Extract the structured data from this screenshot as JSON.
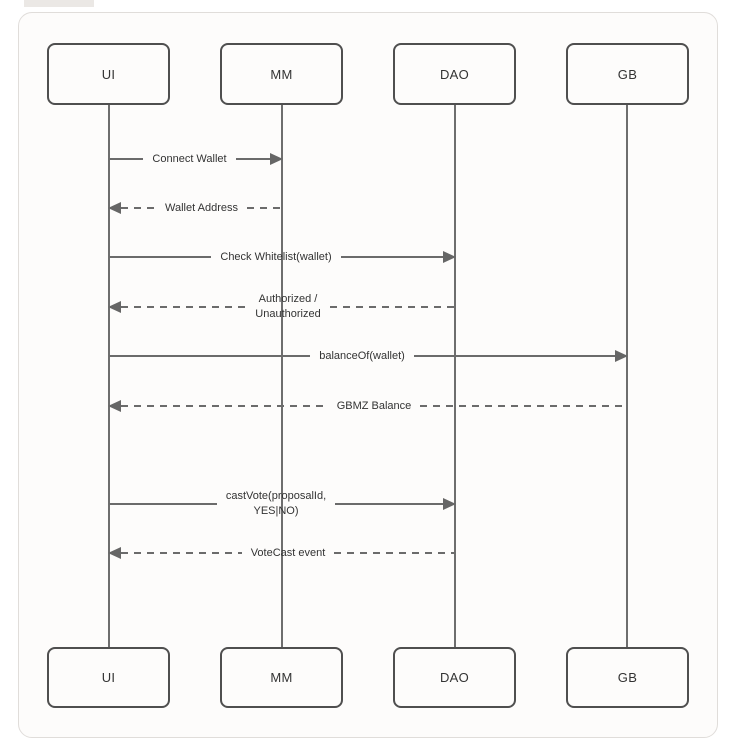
{
  "diagram": {
    "type": "sequence",
    "colors": {
      "card_background": "#fdfcfb",
      "card_border": "#e0ddda",
      "box_border": "#4f4f4f",
      "line": "#6b6b6b",
      "arrow": "#666666",
      "text": "#333333"
    },
    "participants": [
      {
        "id": "UI",
        "label": "UI"
      },
      {
        "id": "MM",
        "label": "MM"
      },
      {
        "id": "DAO",
        "label": "DAO"
      },
      {
        "id": "GB",
        "label": "GB"
      }
    ],
    "messages": [
      {
        "from": "UI",
        "to": "MM",
        "style": "solid",
        "label": "Connect Wallet"
      },
      {
        "from": "MM",
        "to": "UI",
        "style": "dashed",
        "label": "Wallet Address"
      },
      {
        "from": "UI",
        "to": "DAO",
        "style": "solid",
        "label": "Check Whitelist(wallet)"
      },
      {
        "from": "DAO",
        "to": "UI",
        "style": "dashed",
        "label": "Authorized /\nUnauthorized"
      },
      {
        "from": "UI",
        "to": "GB",
        "style": "solid",
        "label": "balanceOf(wallet)"
      },
      {
        "from": "GB",
        "to": "UI",
        "style": "dashed",
        "label": "GBMZ Balance"
      },
      {
        "from": "UI",
        "to": "DAO",
        "style": "solid",
        "label": "castVote(proposalId,\nYES|NO)"
      },
      {
        "from": "DAO",
        "to": "UI",
        "style": "dashed",
        "label": "VoteCast event"
      }
    ]
  }
}
